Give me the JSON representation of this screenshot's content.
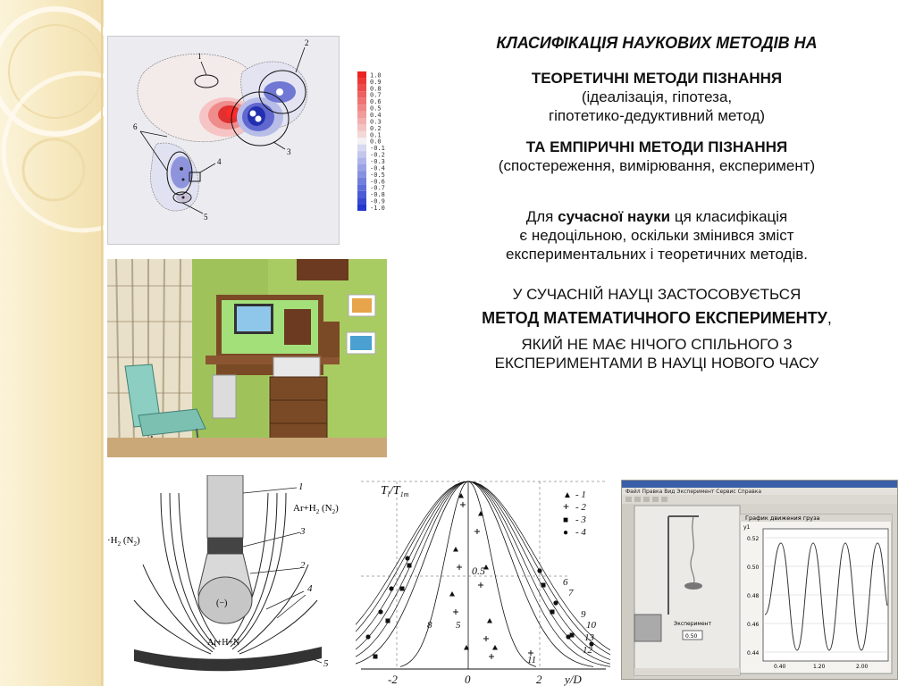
{
  "heading": "КЛАСИФІКАЦІЯ НАУКОВИХ МЕТОДІВ НА",
  "theoretical": {
    "title": "ТЕОРЕТИЧНІ МЕТОДИ ПІЗНАННЯ",
    "line1": "(ідеалізація, гіпотеза,",
    "line2": "гіпотетико-дедуктивний метод)"
  },
  "empirical": {
    "title": "ТА ЕМПІРИЧНІ МЕТОДИ ПІЗНАННЯ",
    "line1": "(спостереження, вимірювання, експеримент)"
  },
  "modern_science": {
    "prefix": "Для ",
    "bold": "сучасної науки",
    "suffix": " ця класифікація",
    "line2": "є недоцільною, оскільки змінився зміст",
    "line3": "експериментальних і теоретичних методів."
  },
  "applied": {
    "line1": "У СУЧАСНІЙ НАУЦІ ЗАСТОСОВУЄТЬСЯ",
    "method": "МЕТОД МАТЕМАТИЧНОГО ЕКСПЕРИМЕНТУ",
    "comma": ",",
    "line3": "ЯКИЙ НЕ МАЄ НІЧОГО СПІЛЬНОГО З",
    "line4": "ЕКСПЕРИМЕНТАМИ В НАУЦІ НОВОГО ЧАСУ"
  },
  "contour_figure": {
    "labels": [
      "1",
      "2",
      "3",
      "4",
      "5",
      "6"
    ],
    "colorbar": [
      "1.0",
      "0.9",
      "0.8",
      "0.7",
      "0.6",
      "0.5",
      "0.4",
      "0.3",
      "0.2",
      "0.1",
      "0.0",
      "-0.1",
      "-0.2",
      "-0.3",
      "-0.4",
      "-0.5",
      "-0.6",
      "-0.7",
      "-0.8",
      "-0.9",
      "-1.0"
    ],
    "colors": {
      "positive": "#e02020",
      "neutral": "#f4f0f4",
      "negative": "#2030c0"
    }
  },
  "probe_figure": {
    "gas_top": "Ar+H",
    "gas_top_sub": "2",
    "gas_top_paren": " (N",
    "gas_top_paren_sub": "2",
    "gas_top_close": ")",
    "gas_left": "H",
    "gas_left_sub": "2",
    "gas_left_rest": " (N",
    "gas_left_rest_sub": "2",
    "gas_left_close": ")",
    "gas_bottom": "Ar+H+N",
    "minus": "(−)",
    "labels": [
      "1",
      "2",
      "3",
      "4",
      "5"
    ]
  },
  "profile_figure": {
    "ylabel": "T",
    "ylabel_sub": "l",
    "ylabel_slash": "/T",
    "ylabel_sub2": "1m",
    "xlabel": "y/D",
    "xticks": [
      "-2",
      "0",
      "2"
    ],
    "ymark": "0.5",
    "legend": [
      {
        "marker": "▲",
        "num": "1"
      },
      {
        "marker": "+",
        "num": "2"
      },
      {
        "marker": "■",
        "num": "3"
      },
      {
        "marker": "●",
        "num": "4"
      }
    ],
    "curve_labels": [
      "5",
      "6",
      "7",
      "8",
      "9",
      "10",
      "11",
      "12",
      "13"
    ]
  },
  "software_figure": {
    "chart_title": "График движения груза",
    "y_label": "y1",
    "yticks": [
      "0.52",
      "0.50",
      "0.48",
      "0.46",
      "0.44"
    ],
    "xticks": [
      "0.40",
      "1.20",
      "2.00"
    ],
    "experiment": "Эксперимент",
    "value": "0.50"
  }
}
